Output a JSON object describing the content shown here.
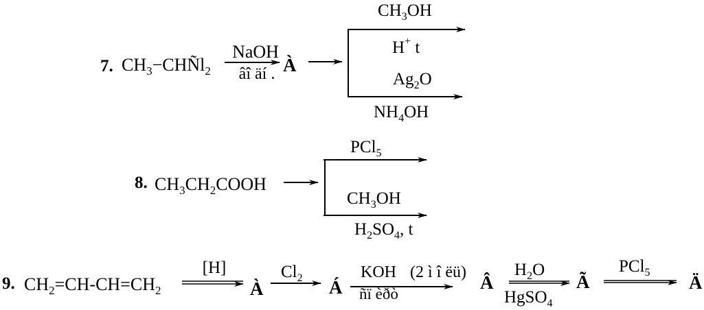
{
  "problems": [
    {
      "number": "7.",
      "reactant": {
        "a": "CH",
        "a_sub": "3",
        "b": "−CHÑl",
        "b_sub": "2"
      },
      "arrow1": {
        "above": "NaOH",
        "below": "âî äí ."
      },
      "product_a": "À",
      "branches": [
        {
          "above_main": "CH",
          "above_sub": "3",
          "above_tail": "OH",
          "below_main": "H",
          "below_sup": "+",
          "below_tail": " t"
        },
        {
          "above_main": "Ag",
          "above_sub": "2",
          "above_tail": "O",
          "below_main": "NH",
          "below_sub": "4",
          "below_tail": "OH"
        }
      ]
    },
    {
      "number": "8.",
      "reactant": {
        "a": "CH",
        "a_sub": "3",
        "b": "CH",
        "b_sub": "2",
        "c": "COOH"
      },
      "branches": [
        {
          "above_main": "PCl",
          "above_sub": "5"
        },
        {
          "above_main": "CH",
          "above_sub": "3",
          "above_tail": "OH",
          "below_a": "H",
          "below_a_sub": "2",
          "below_b": "SO",
          "below_b_sub": "4",
          "below_tail": ", t"
        }
      ]
    },
    {
      "number": "9.",
      "reactant": {
        "a": "CH",
        "a_sub": "2",
        "b": "=CH-CH=CH",
        "b_sub": "2"
      },
      "steps": [
        {
          "above": "[H]",
          "product": "À"
        },
        {
          "above_main": "Cl",
          "above_sub": "2",
          "product": "Á"
        },
        {
          "above": "KOH",
          "above_note": "(2 ì î ëü)",
          "below": "ñï èðò",
          "product": "Â"
        },
        {
          "above_main": "H",
          "above_sub": "2",
          "above_tail": "O",
          "below_main": "HgSO",
          "below_sub": "4",
          "product": "Ã"
        },
        {
          "above_main": "PCl",
          "above_sub": "5",
          "product": "Ä"
        }
      ]
    }
  ]
}
